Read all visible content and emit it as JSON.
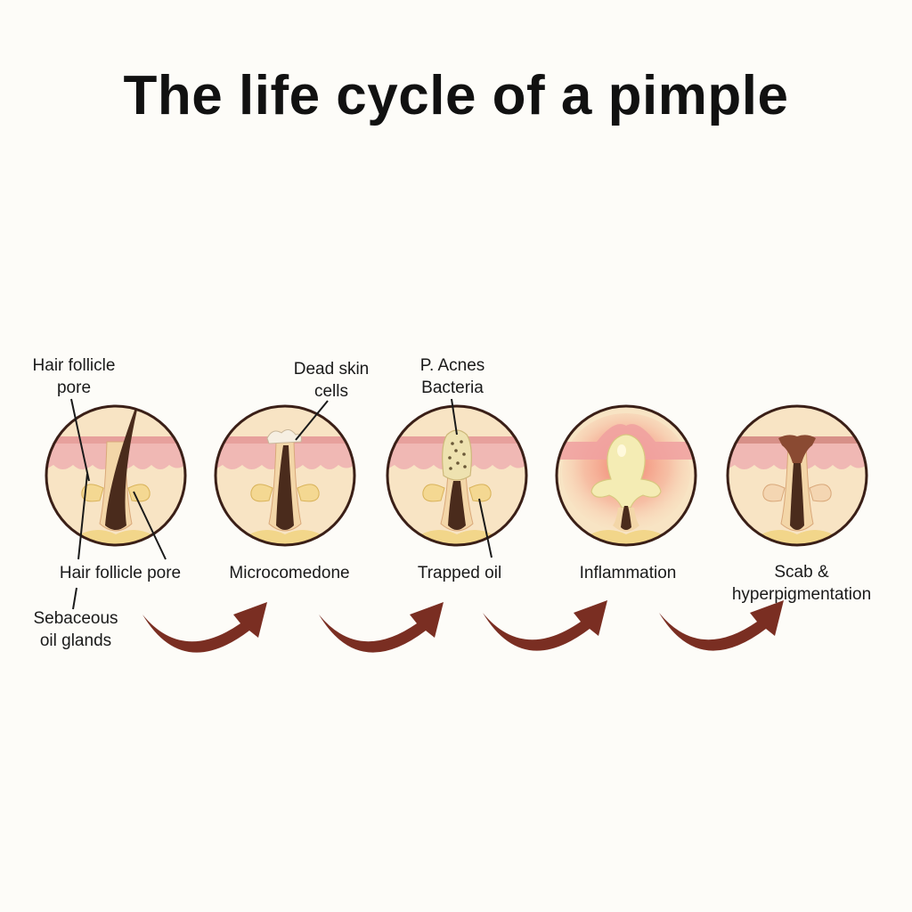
{
  "title": "The life cycle of a pimple",
  "labels": {
    "hair_follicle_pore_top": [
      "Hair follicle",
      "pore"
    ],
    "dead_skin_cells": [
      "Dead skin",
      "cells"
    ],
    "p_acnes_bacteria": [
      "P. Acnes",
      "Bacteria"
    ],
    "sebaceous_oil_glands": [
      "Sebaceous",
      "oil glands"
    ]
  },
  "stages": [
    {
      "id": "normal",
      "caption": "Hair follicle pore"
    },
    {
      "id": "microcomedone",
      "caption": "Microcomedone"
    },
    {
      "id": "trapped-oil",
      "caption": "Trapped oil"
    },
    {
      "id": "inflammation",
      "caption": "Inflammation"
    },
    {
      "id": "scab",
      "caption": [
        "Scab &",
        "hyperpigmentation"
      ]
    }
  ],
  "colors": {
    "outline": "#3a1f17",
    "epidermis": "#f0b8b4",
    "dermis": "#f8e4c4",
    "hair": "#4a2b1c",
    "sebum": "#f4d892",
    "fat": "#f2d68a",
    "arrow": "#7a2e22",
    "inflammation": "#ec7a6a",
    "scab": "#8a4a32"
  },
  "icons": {
    "arrow": "curved-arrow-icon"
  }
}
